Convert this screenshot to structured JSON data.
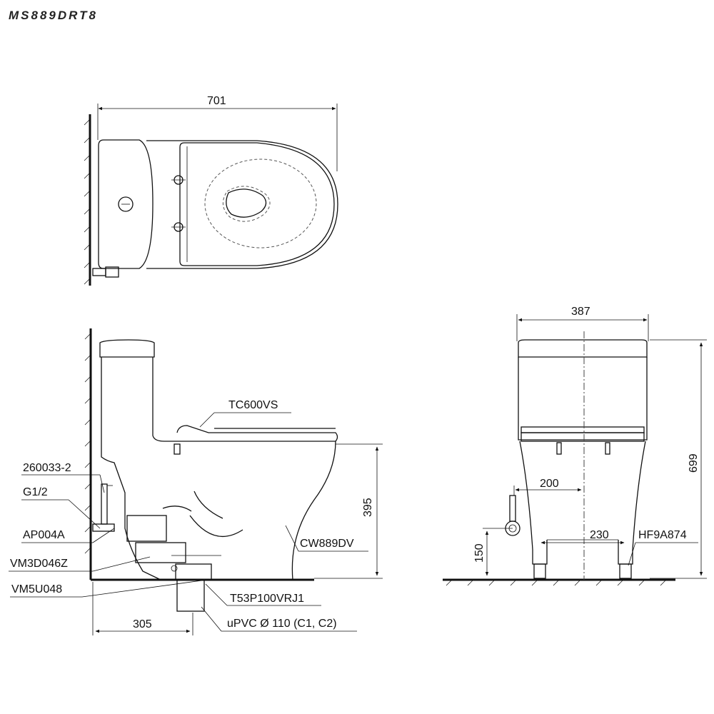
{
  "model_code": "MS889DRT8",
  "dimensions": {
    "length_top": "701",
    "width_front": "387",
    "height_total": "699",
    "rim_height": "395",
    "rough_in": "305",
    "supply_offset": "200",
    "outlet_spacing": "230",
    "supply_height": "150"
  },
  "parts": {
    "seat": "TC600VS",
    "bowl": "CW889DV",
    "hose": "260033-2",
    "thread": "G1/2",
    "stop_valve": "AP004A",
    "flange": "VM3D046Z",
    "floor_flange": "VM5U048",
    "adapter": "T53P100VRJ1",
    "drain_pipe": "uPVC Ø 110 (C1, C2)",
    "bolt": "HF9A874"
  }
}
